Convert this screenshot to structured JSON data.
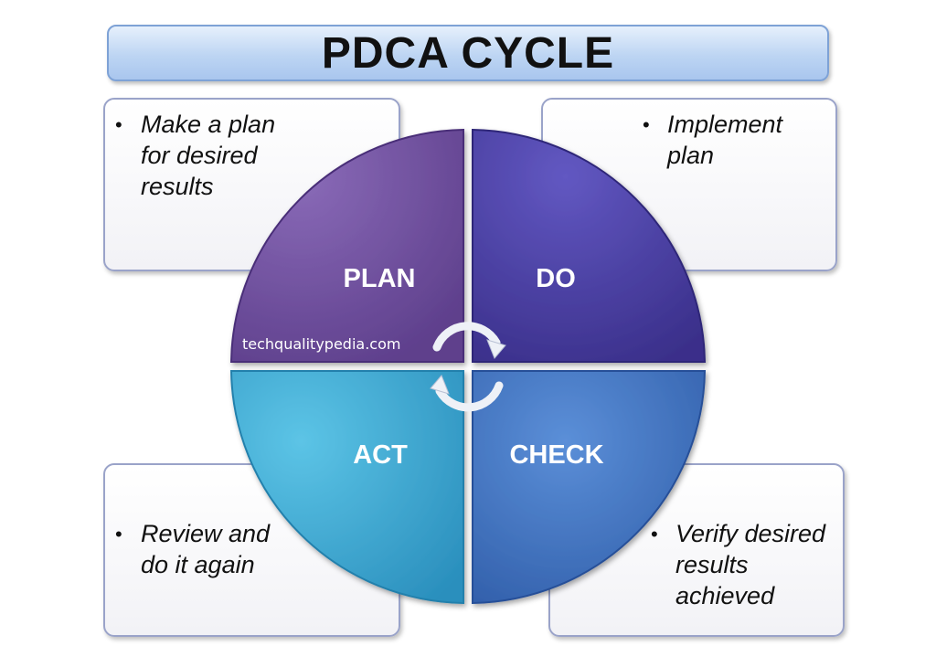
{
  "title": "PDCA CYCLE",
  "watermark": "techqualitypedia.com",
  "quadrants": {
    "plan": {
      "label": "PLAN",
      "color": "#6f4d9e"
    },
    "do": {
      "label": "DO",
      "color": "#4e44a8"
    },
    "act": {
      "label": "ACT",
      "color": "#35a8d2"
    },
    "check": {
      "label": "CHECK",
      "color": "#3d72c0"
    }
  },
  "notes": {
    "plan": {
      "lines": [
        "Make a plan",
        "for desired",
        "results"
      ]
    },
    "do": {
      "lines": [
        "Implement",
        "plan"
      ]
    },
    "act": {
      "lines": [
        "Review and",
        "do it again"
      ]
    },
    "check": {
      "lines": [
        "Verify desired",
        "results",
        "achieved"
      ]
    }
  },
  "bullet_glyph": "•",
  "icons": {
    "center": "cycle-arrows-icon"
  }
}
